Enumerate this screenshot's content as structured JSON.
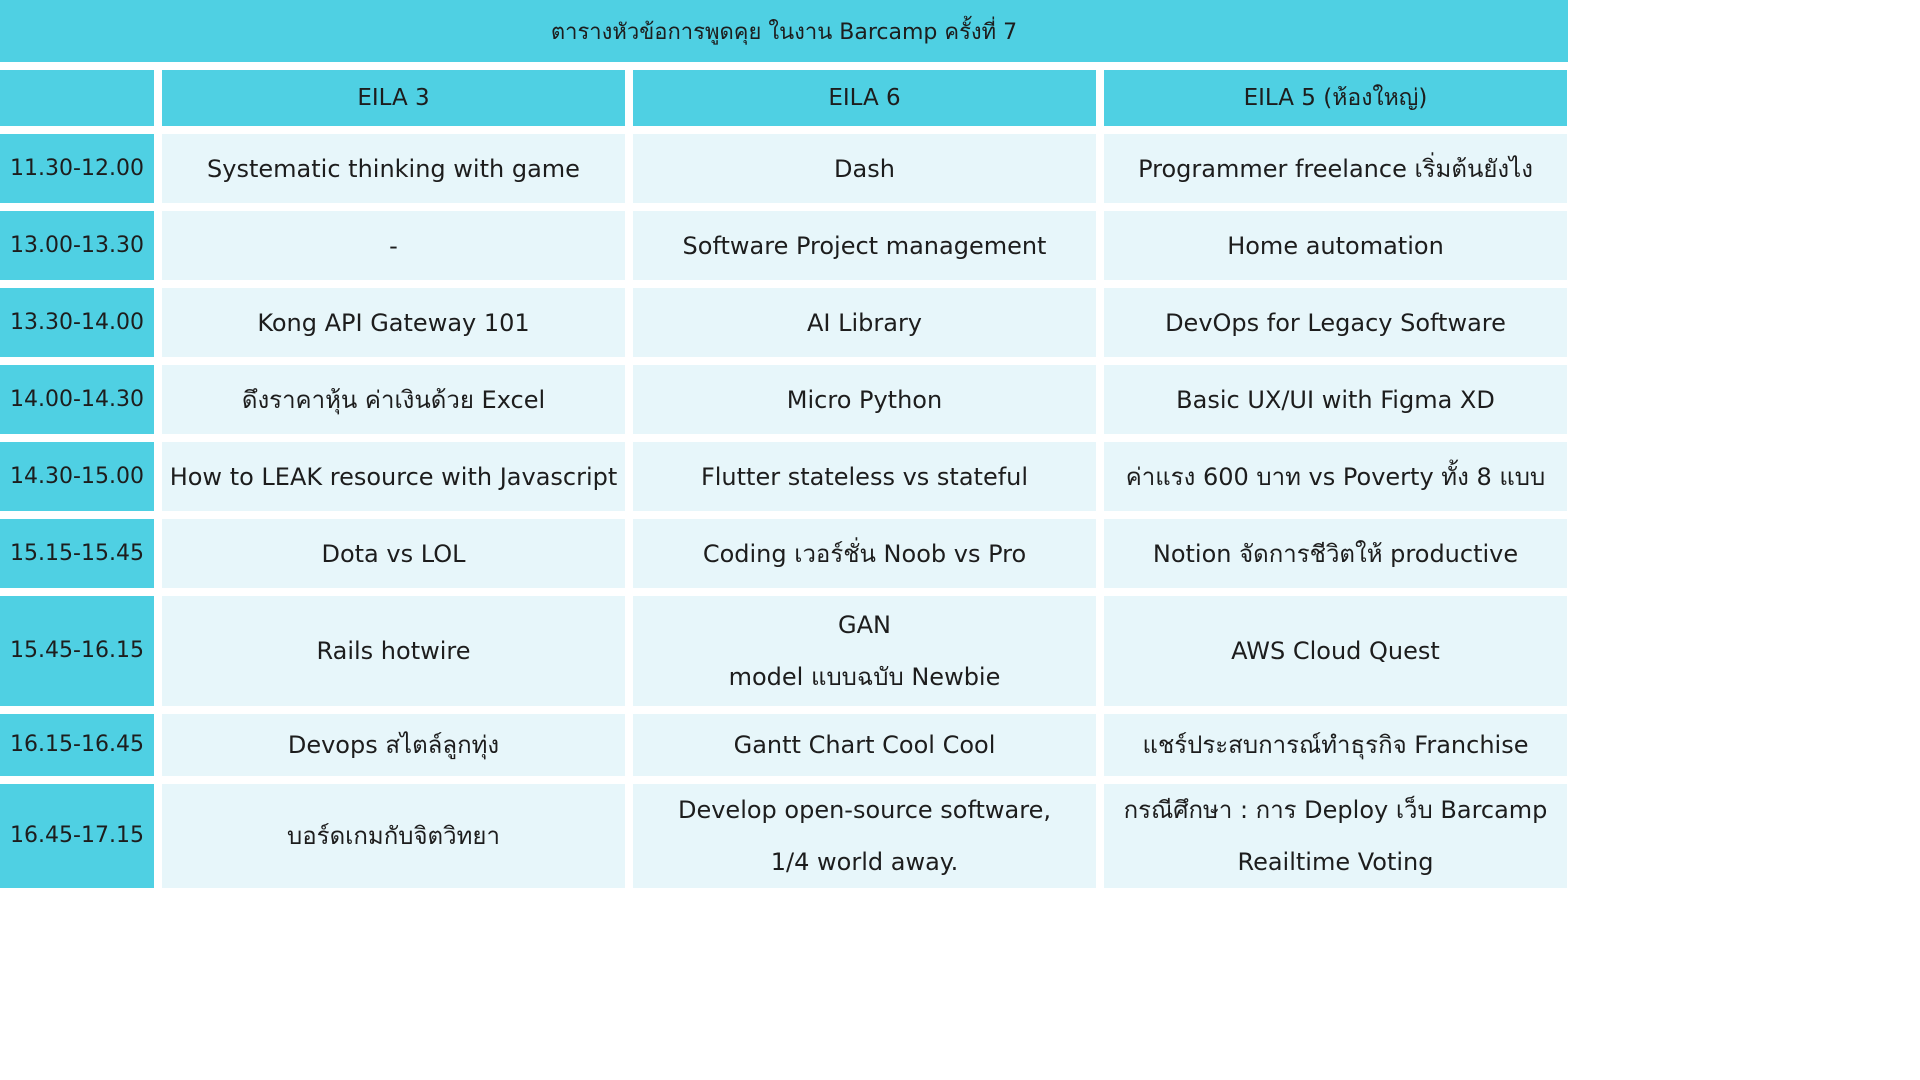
{
  "title": "ตารางหัวข้อการพูดคุย ในงาน Barcamp ครั้งที่ 7",
  "columns": [
    "",
    "EILA 3",
    "EILA 6",
    "EILA 5 (ห้องใหญ่)"
  ],
  "rows": [
    {
      "time": "11.30-12.00",
      "cells": [
        [
          "Systematic thinking with game"
        ],
        [
          "Dash"
        ],
        [
          "Programmer freelance เริ่มต้นยังไง"
        ]
      ]
    },
    {
      "time": "13.00-13.30",
      "cells": [
        [
          "-"
        ],
        [
          "Software Project management"
        ],
        [
          "Home automation"
        ]
      ]
    },
    {
      "time": "13.30-14.00",
      "cells": [
        [
          "Kong  API Gateway 101"
        ],
        [
          "AI Library"
        ],
        [
          "DevOps  for Legacy Software"
        ]
      ]
    },
    {
      "time": "14.00-14.30",
      "cells": [
        [
          "ดึงราคาหุ้น  ค่าเงินด้วย Excel"
        ],
        [
          "Micro  Python"
        ],
        [
          "Basic UX/UI with Figma XD"
        ]
      ]
    },
    {
      "time": "14.30-15.00",
      "cells": [
        [
          "How to LEAK resource with Javascript"
        ],
        [
          "Flutter stateless vs stateful"
        ],
        [
          "ค่าแรง 600 บาท vs Poverty ทั้ง 8 แบบ"
        ]
      ]
    },
    {
      "time": "15.15-15.45",
      "cells": [
        [
          "Dota vs LOL"
        ],
        [
          "Coding  เวอร์ชั่น Noob vs Pro"
        ],
        [
          "Notion จัดการชีวิตให้ productive"
        ]
      ]
    },
    {
      "time": "15.45-16.15",
      "cells": [
        [
          "Rails hotwire"
        ],
        [
          "GAN",
          "model แบบฉบับ Newbie"
        ],
        [
          "AWS Cloud Quest"
        ]
      ]
    },
    {
      "time": "16.15-16.45",
      "cells": [
        [
          "Devops สไตล์ลูกทุ่ง"
        ],
        [
          "Gantt Chart Cool Cool"
        ],
        [
          "แชร์ประสบการณ์ทำธุรกิจ Franchise"
        ]
      ]
    },
    {
      "time": "16.45-17.15",
      "cells": [
        [
          "บอร์ดเกมกับจิตวิทยา"
        ],
        [
          "Develop open-source software,",
          "1/4 world away."
        ],
        [
          "กรณีศึกษา : การ Deploy เว็บ Barcamp",
          "Reailtime Voting"
        ]
      ]
    }
  ],
  "colors": {
    "header": "#4fd0e3",
    "body": "#e7f6fa"
  }
}
